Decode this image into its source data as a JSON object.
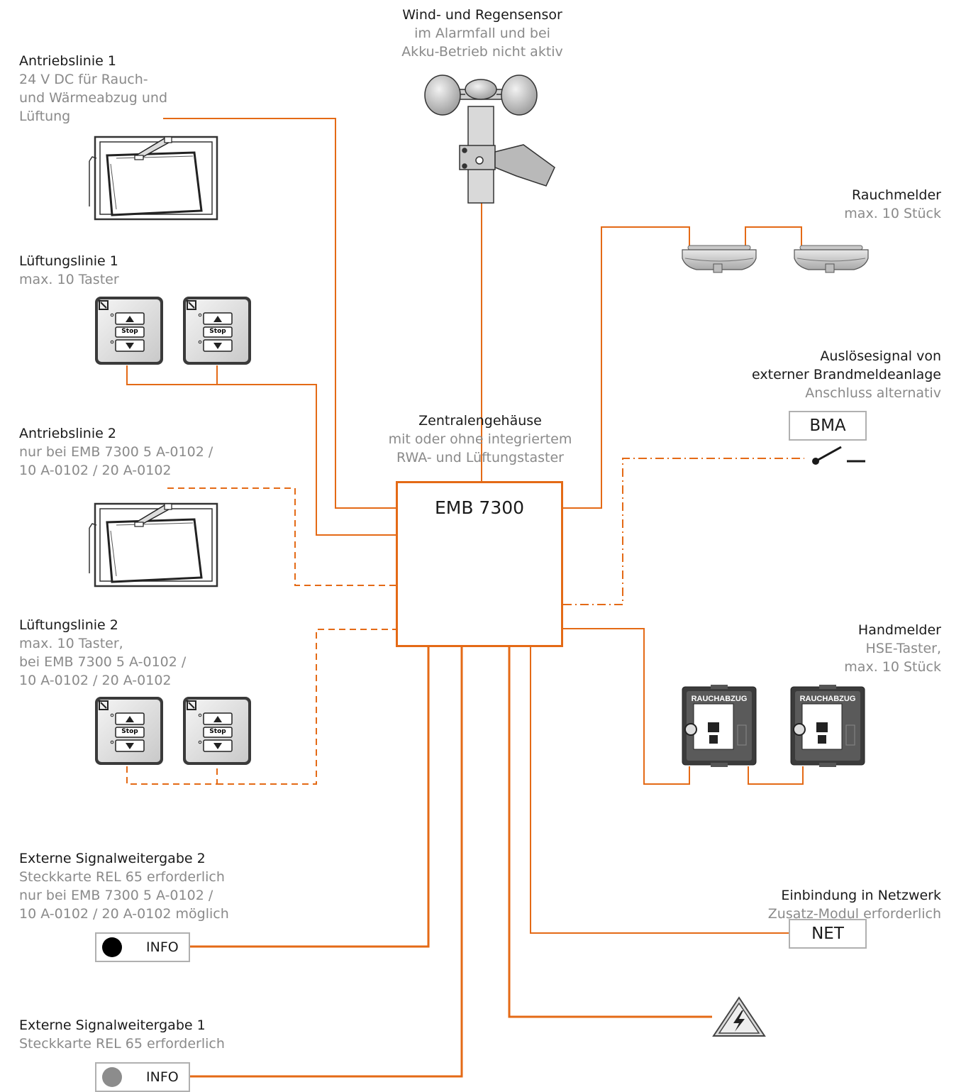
{
  "labels": {
    "wind": {
      "title": "Wind- und Regensensor",
      "sub": [
        "im Alarmfall und bei",
        "Akku-Betrieb nicht aktiv"
      ]
    },
    "antrieb1": {
      "title": "Antriebslinie 1",
      "sub": [
        "24 V DC für Rauch-",
        "und Wärmeabzug und",
        "Lüftung"
      ]
    },
    "lueftung1": {
      "title": "Lüftungslinie 1",
      "sub": [
        "max. 10 Taster"
      ]
    },
    "antrieb2": {
      "title": "Antriebslinie 2",
      "sub": [
        "nur bei EMB 7300 5 A-0102 /",
        "10 A-0102 / 20 A-0102"
      ]
    },
    "lueftung2": {
      "title": "Lüftungslinie 2",
      "sub": [
        "max. 10 Taster,",
        "bei EMB 7300 5 A-0102 /",
        "10 A-0102 / 20 A-0102"
      ]
    },
    "rauchmelder": {
      "title": "Rauchmelder",
      "sub": [
        "max. 10 Stück"
      ]
    },
    "ausloese": {
      "title": [
        "Auslösesignal von",
        "externer Brandmeldeanlage"
      ],
      "sub": [
        "Anschluss alternativ"
      ]
    },
    "zentrale": {
      "title": "Zentralengehäuse",
      "sub": [
        "mit oder ohne integriertem",
        "RWA- und Lüftungstaster"
      ]
    },
    "handmelder": {
      "title": "Handmelder",
      "sub": [
        "HSE-Taster,",
        "max. 10 Stück"
      ]
    },
    "signal2": {
      "title": "Externe Signalweitergabe 2",
      "sub": [
        "Steckkarte REL 65 erforderlich",
        "nur bei EMB 7300 5 A-0102 /",
        "10 A-0102 / 20 A-0102 möglich"
      ]
    },
    "netzwerk": {
      "title": "Einbindung in Netzwerk",
      "sub": [
        "Zusatz-Modul erforderlich"
      ]
    },
    "signal1": {
      "title": "Externe Signalweitergabe 1",
      "sub": [
        "Steckkarte REL 65 erforderlich"
      ]
    }
  },
  "central": {
    "title": "EMB 7300",
    "panel_label": "RAUCHABZUG"
  },
  "boxes": {
    "bma": "BMA",
    "net": "NET",
    "info2": "INFO",
    "info1": "INFO"
  },
  "button_labels": {
    "stop": "Stop"
  },
  "handmelder_label": "RAUCHABZUG",
  "colors": {
    "wire": "#e46a16",
    "text": "#1a1a1a",
    "subtext": "#8a8a8a",
    "info2_dot": "#000000",
    "info1_dot": "#8c8c8c"
  }
}
